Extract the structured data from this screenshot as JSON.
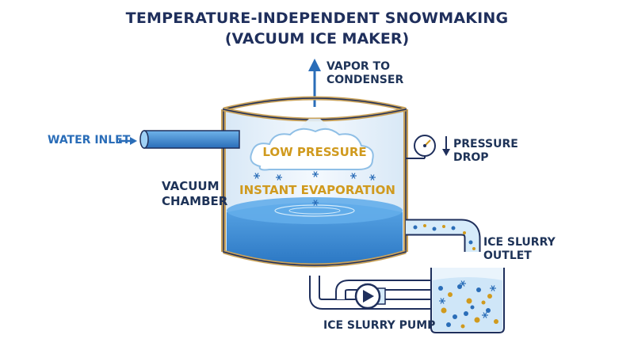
{
  "title": {
    "line1": "TEMPERATURE-INDEPENDENT SNOWMAKING",
    "line2": "(VACUUM ICE MAKER)"
  },
  "labels": {
    "vapor_line1": "VAPOR TO",
    "vapor_line2": "CONDENSER",
    "water_inlet": "WATER INLET",
    "low_pressure": "LOW PRESSURE",
    "instant_evaporation": "INSTANT EVAPORATION",
    "vacuum_line1": "VACUUM",
    "vacuum_line2": "CHAMBER",
    "pressure_line1": "PRESSURE",
    "pressure_line2": "DROP",
    "slurry_outlet_line1": "ICE SLURRY",
    "slurry_outlet_line2": "OUTLET",
    "slurry_pump": "ICE SLURRY PUMP"
  },
  "colors": {
    "navy": "#1f2f5c",
    "accent_blue": "#2a6db8",
    "water": "#3f8fd8",
    "gold": "#c9a25a",
    "label_gold": "#d09a1e"
  },
  "icons": [
    "arrow-up-icon",
    "arrow-right-icon",
    "arrow-down-icon",
    "pressure-gauge-icon",
    "pump-icon",
    "snowflake-icon",
    "cloud-icon"
  ]
}
